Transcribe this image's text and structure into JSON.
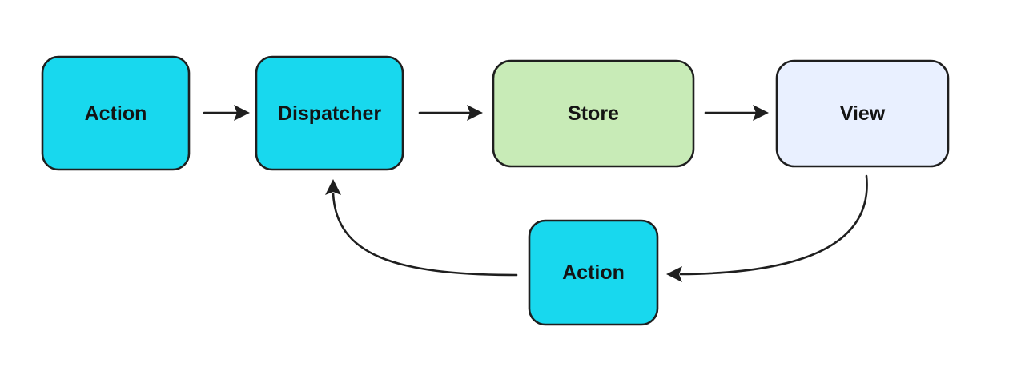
{
  "diagram": {
    "nodes": {
      "action_top": {
        "label": "Action",
        "fill": "#18d8ee"
      },
      "dispatcher": {
        "label": "Dispatcher",
        "fill": "#18d8ee"
      },
      "store": {
        "label": "Store",
        "fill": "#c8ebb7"
      },
      "view": {
        "label": "View",
        "fill": "#e9f0ff"
      },
      "action_bottom": {
        "label": "Action",
        "fill": "#18d8ee"
      }
    },
    "edges": [
      {
        "from": "Action",
        "to": "Dispatcher"
      },
      {
        "from": "Dispatcher",
        "to": "Store"
      },
      {
        "from": "Store",
        "to": "View"
      },
      {
        "from": "View",
        "to": "Action"
      },
      {
        "from": "Action",
        "to": "Dispatcher"
      }
    ],
    "colors": {
      "stroke": "#1f1f1f",
      "text": "#141414",
      "background": "#ffffff"
    }
  }
}
